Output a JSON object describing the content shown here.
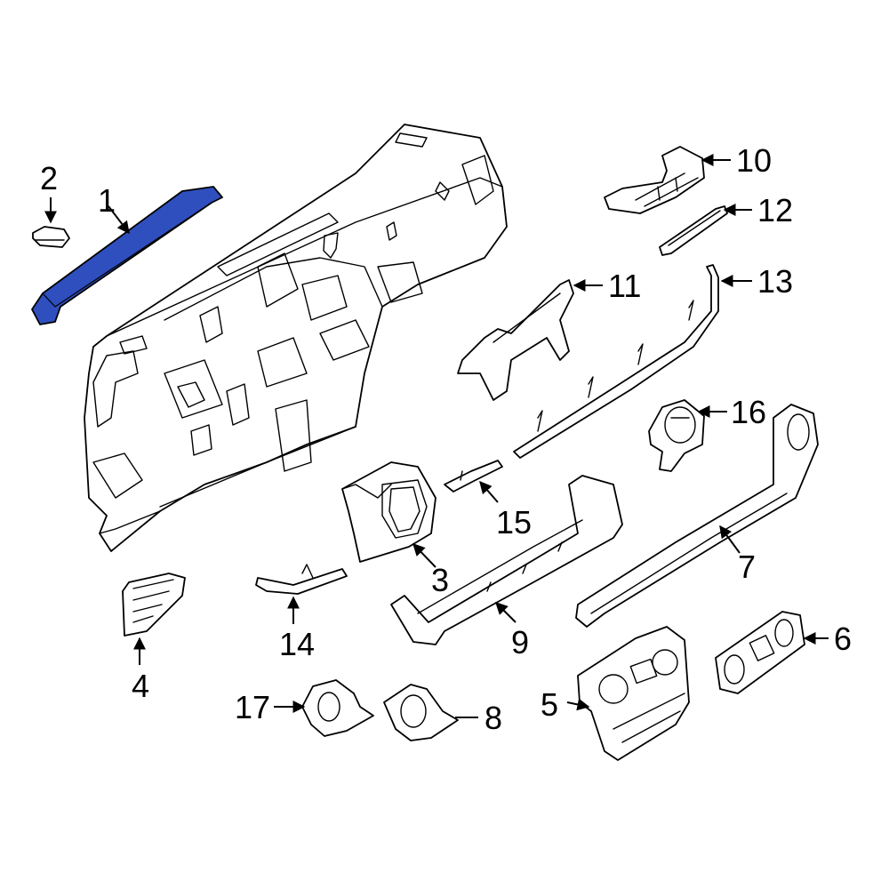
{
  "colors": {
    "highlight": "#2f4fbf",
    "outline": "#000000",
    "background": "#ffffff"
  },
  "callouts": [
    {
      "id": "1",
      "label": "1"
    },
    {
      "id": "2",
      "label": "2"
    },
    {
      "id": "3",
      "label": "3"
    },
    {
      "id": "4",
      "label": "4"
    },
    {
      "id": "5",
      "label": "5"
    },
    {
      "id": "6",
      "label": "6"
    },
    {
      "id": "7",
      "label": "7"
    },
    {
      "id": "8",
      "label": "8"
    },
    {
      "id": "9",
      "label": "9"
    },
    {
      "id": "10",
      "label": "10"
    },
    {
      "id": "11",
      "label": "11"
    },
    {
      "id": "12",
      "label": "12"
    },
    {
      "id": "13",
      "label": "13"
    },
    {
      "id": "14",
      "label": "14"
    },
    {
      "id": "15",
      "label": "15"
    },
    {
      "id": "16",
      "label": "16"
    },
    {
      "id": "17",
      "label": "17"
    }
  ],
  "highlighted_part": "1"
}
